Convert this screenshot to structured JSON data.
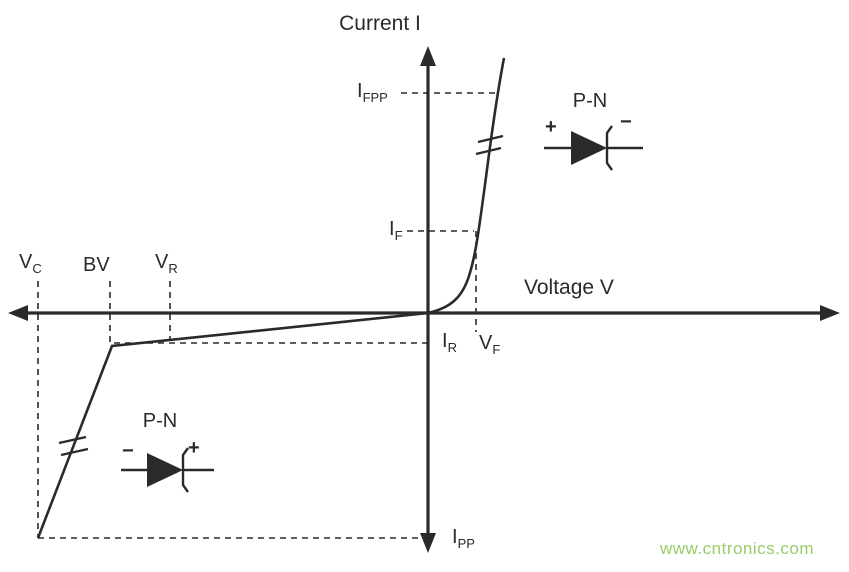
{
  "axes": {
    "y_label": "Current I",
    "x_label": "Voltage V"
  },
  "point_labels": {
    "ifpp": {
      "main": "I",
      "sub": "FPP"
    },
    "if": {
      "main": "I",
      "sub": "F"
    },
    "vf": {
      "main": "V",
      "sub": "F"
    },
    "ir": {
      "main": "I",
      "sub": "R"
    },
    "ipp": {
      "main": "I",
      "sub": "PP"
    },
    "vc": {
      "main": "V",
      "sub": "C"
    },
    "bv": {
      "main": "BV",
      "sub": ""
    },
    "vr": {
      "main": "V",
      "sub": "R"
    }
  },
  "diodes": {
    "forward": {
      "label": "P-N",
      "left_sign": "+",
      "right_sign": "−"
    },
    "reverse": {
      "label": "P-N",
      "left_sign": "−",
      "right_sign": "+"
    }
  },
  "watermark": "www.cntronics.com",
  "colors": {
    "ink": "#2a2a2a",
    "watermark_green": "#99cc66",
    "background": "#ffffff"
  }
}
